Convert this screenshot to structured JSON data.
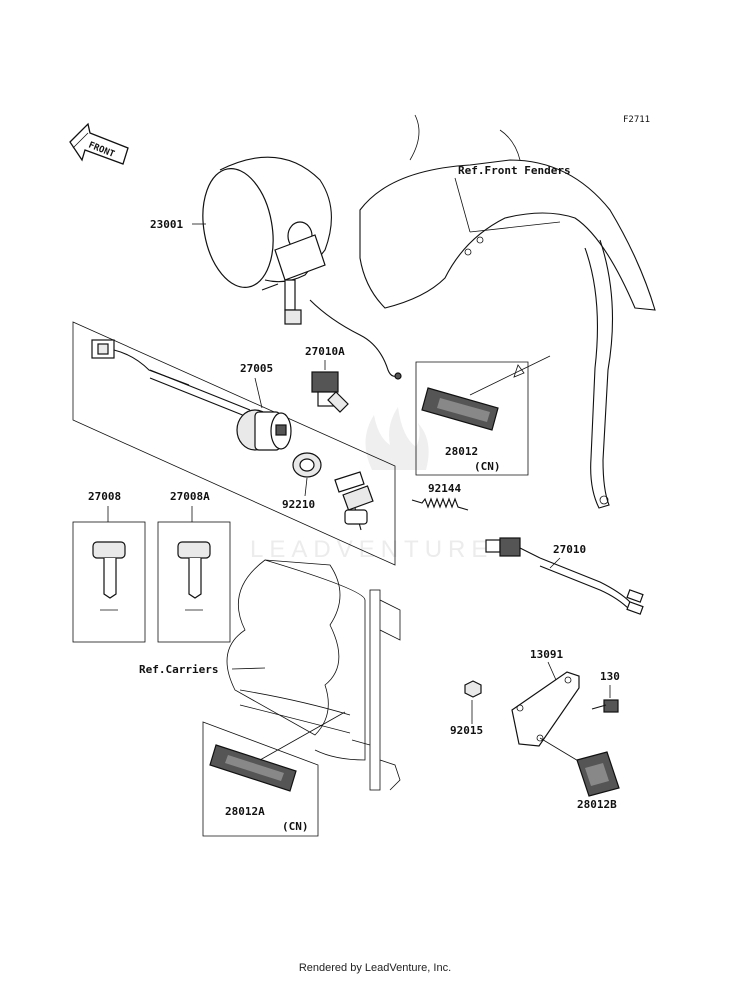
{
  "figure_id": "F2711",
  "direction_arrow": "FRONT",
  "watermark": "LEADVENTURE",
  "references": {
    "front_fenders": "Ref.Front Fenders",
    "carriers": "Ref.Carriers"
  },
  "callouts": {
    "p23001": "23001",
    "p27010A": "27010A",
    "p27005": "27005",
    "p92210": "92210",
    "p27008": "27008",
    "p27008A": "27008A",
    "p28012": "28012",
    "p28012_cn": "(CN)",
    "p92144": "92144",
    "p27010": "27010",
    "p13091": "13091",
    "p130": "130",
    "p92015": "92015",
    "p28012B": "28012B",
    "p28012A": "28012A",
    "p28012A_cn": "(CN)"
  },
  "footer": "Rendered by LeadVenture, Inc."
}
